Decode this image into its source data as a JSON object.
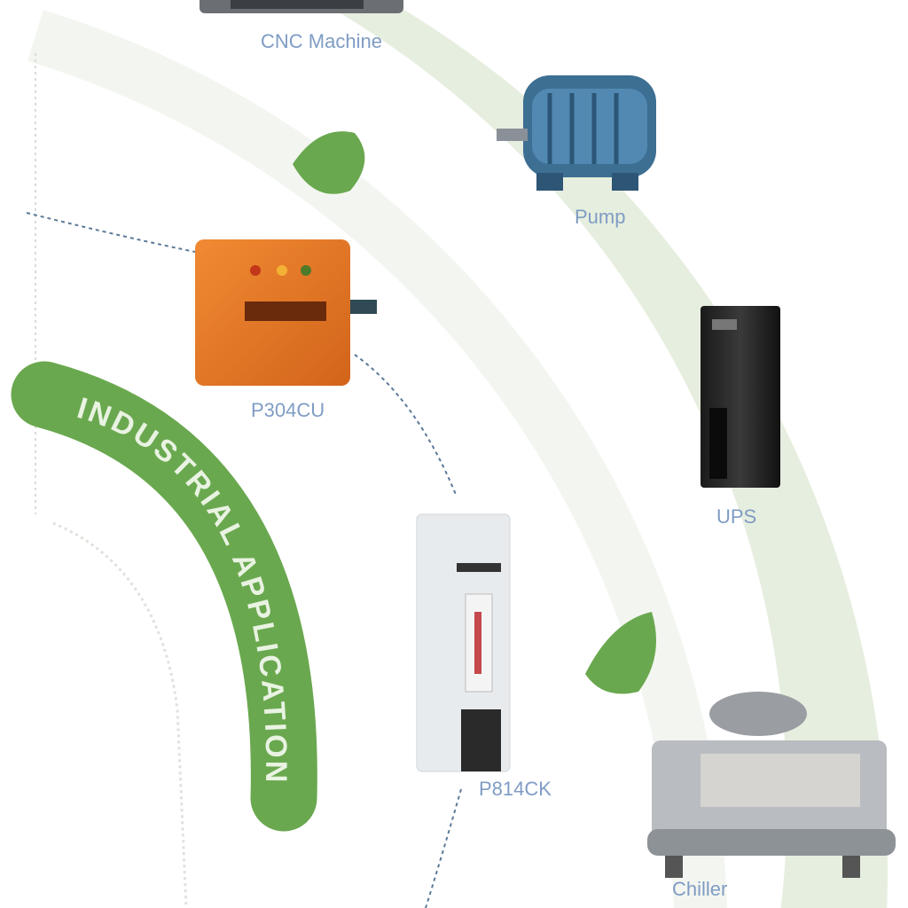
{
  "banner": {
    "text": "INDUSTRIAL APPLICATION"
  },
  "devices": [
    {
      "label": "CNC Machine"
    },
    {
      "label": "Pump"
    },
    {
      "label": "UPS"
    },
    {
      "label": "Chiller"
    },
    {
      "label": "P304CU"
    },
    {
      "label": "P814CK"
    }
  ],
  "colors": {
    "arc_band": "#e6eedf",
    "banner_green": "#6aa84f",
    "label_blue": "#7f9cc4",
    "controller_orange": "#e0731f"
  }
}
